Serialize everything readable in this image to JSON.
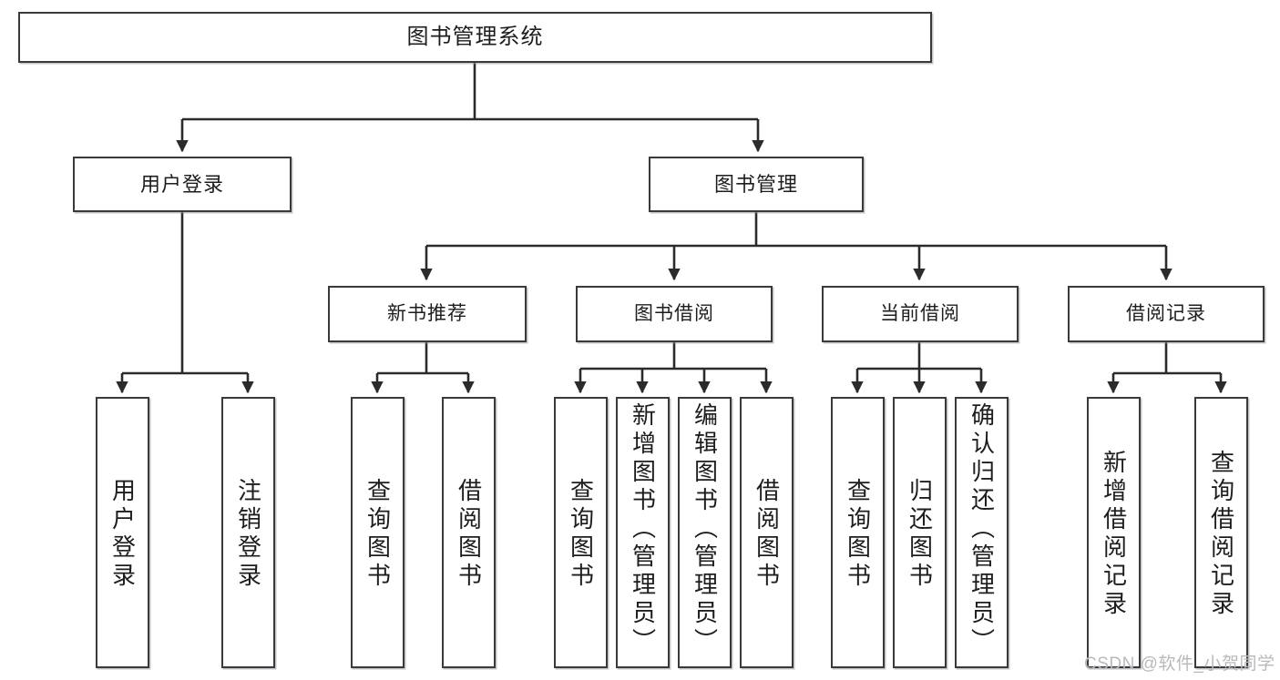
{
  "diagram": {
    "title": "图书管理系统",
    "type": "tree",
    "watermark": "CSDN @软件_小贺同学",
    "colors": {
      "box_border": "#3a3a3c",
      "box_fill": "#ffffff",
      "edge": "#2b2b2d",
      "text": "#1d1d1f",
      "watermark": "#b9b9bc",
      "background": "#ffffff"
    },
    "root": {
      "label": "图书管理系统"
    },
    "level2": [
      {
        "label": "用户登录"
      },
      {
        "label": "图书管理"
      }
    ],
    "level3": [
      {
        "label": "新书推荐"
      },
      {
        "label": "图书借阅"
      },
      {
        "label": "当前借阅"
      },
      {
        "label": "借阅记录"
      }
    ],
    "leaves": {
      "user_login": [
        {
          "label": "用户登录"
        },
        {
          "label": "注销登录"
        }
      ],
      "new_book_recommend": [
        {
          "label": "查询图书"
        },
        {
          "label": "借阅图书"
        }
      ],
      "book_borrow": [
        {
          "label": "查询图书"
        },
        {
          "label": "新增图书（管理员）"
        },
        {
          "label": "编辑图书（管理员）"
        },
        {
          "label": "借阅图书"
        }
      ],
      "current_borrow": [
        {
          "label": "查询图书"
        },
        {
          "label": "归还图书"
        },
        {
          "label": "确认归还（管理员）"
        }
      ],
      "borrow_record": [
        {
          "label": "新增借阅记录"
        },
        {
          "label": "查询借阅记录"
        }
      ]
    }
  }
}
